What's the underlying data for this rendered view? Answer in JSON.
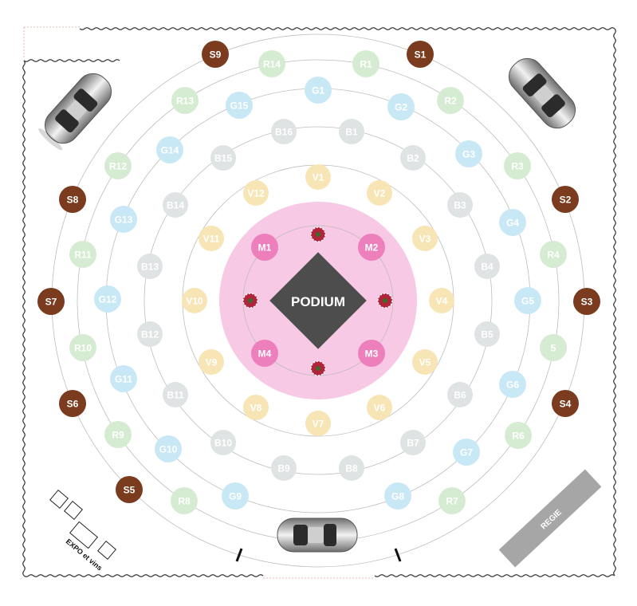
{
  "podium": {
    "label": "PODIUM",
    "zone_color": "#f7c9e4",
    "diamond_color": "#4d4d4d"
  },
  "regie": {
    "label": "REGIE",
    "color": "#a6a6a6"
  },
  "expo": {
    "label": "EXPO et vins"
  },
  "colors": {
    "M": "#ee7fbd",
    "V": "#f7e5b6",
    "B": "#dfe3e3",
    "G": "#c9e8f6",
    "R": "#d6ecd2",
    "S": "#7a3b1f",
    "flower": "#b2243b",
    "ring": "#bdbdbd",
    "border": "#333333"
  },
  "tables": {
    "M": [
      "M1",
      "M2",
      "M3",
      "M4"
    ],
    "V": [
      "V1",
      "V2",
      "V3",
      "V4",
      "V5",
      "V6",
      "V7",
      "V8",
      "V9",
      "V10",
      "V11",
      "V12"
    ],
    "B": [
      "B1",
      "B2",
      "B3",
      "B4",
      "B5",
      "B6",
      "B7",
      "B8",
      "B9",
      "B10",
      "B11",
      "B12",
      "B13",
      "B14",
      "B15",
      "B16"
    ],
    "G": [
      "G1",
      "G2",
      "G3",
      "G4",
      "G5",
      "G6",
      "G7",
      "G8",
      "G9",
      "G10",
      "G11",
      "G12",
      "G13",
      "G14",
      "G15"
    ],
    "R": [
      "R1",
      "R2",
      "R3",
      "R4",
      "5",
      "R6",
      "R7",
      "R8",
      "R9",
      "R10",
      "R11",
      "R12",
      "R13",
      "R14"
    ],
    "S": [
      "S1",
      "S2",
      "S3",
      "S4",
      "S5",
      "S6",
      "S7",
      "S8",
      "S9"
    ]
  },
  "cars": [
    "car-top-left",
    "car-top-right",
    "car-bottom"
  ]
}
